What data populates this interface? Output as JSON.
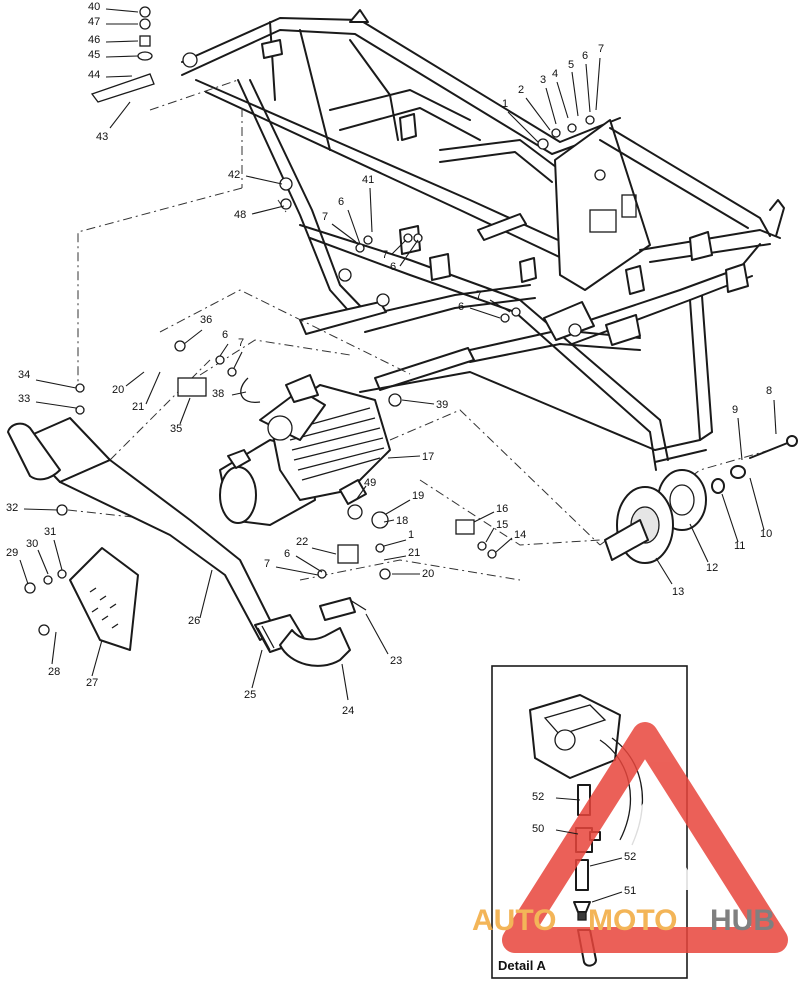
{
  "callouts": [
    {
      "label": "40"
    },
    {
      "label": "47"
    },
    {
      "label": "46"
    },
    {
      "label": "45"
    },
    {
      "label": "44"
    },
    {
      "label": "43"
    },
    {
      "label": "1"
    },
    {
      "label": "2"
    },
    {
      "label": "3"
    },
    {
      "label": "4"
    },
    {
      "label": "5"
    },
    {
      "label": "6"
    },
    {
      "label": "7"
    },
    {
      "label": "42"
    },
    {
      "label": "48"
    },
    {
      "label": "41"
    },
    {
      "label": "6"
    },
    {
      "label": "7"
    },
    {
      "label": "7"
    },
    {
      "label": "6"
    },
    {
      "label": "7"
    },
    {
      "label": "6"
    },
    {
      "label": "36"
    },
    {
      "label": "6"
    },
    {
      "label": "7"
    },
    {
      "label": "20"
    },
    {
      "label": "21"
    },
    {
      "label": "35"
    },
    {
      "label": "38"
    },
    {
      "label": "34"
    },
    {
      "label": "33"
    },
    {
      "label": "39"
    },
    {
      "label": "17"
    },
    {
      "label": "49"
    },
    {
      "label": "19"
    },
    {
      "label": "18"
    },
    {
      "label": "32"
    },
    {
      "label": "16"
    },
    {
      "label": "15"
    },
    {
      "label": "14"
    },
    {
      "label": "22"
    },
    {
      "label": "1"
    },
    {
      "label": "21"
    },
    {
      "label": "20"
    },
    {
      "label": "7"
    },
    {
      "label": "6"
    },
    {
      "label": "31"
    },
    {
      "label": "30"
    },
    {
      "label": "29"
    },
    {
      "label": "26"
    },
    {
      "label": "28"
    },
    {
      "label": "27"
    },
    {
      "label": "25"
    },
    {
      "label": "23"
    },
    {
      "label": "24"
    },
    {
      "label": "8"
    },
    {
      "label": "9"
    },
    {
      "label": "10"
    },
    {
      "label": "11"
    },
    {
      "label": "12"
    },
    {
      "label": "13"
    },
    {
      "label": "52"
    },
    {
      "label": "50"
    },
    {
      "label": "52"
    },
    {
      "label": "51"
    }
  ],
  "detail": {
    "title": "Detail A"
  },
  "watermark": {
    "auto": "AUTO",
    "moto": "MOTO",
    "hub": "HUB"
  },
  "colors": {
    "watermark_red": "#e8453c",
    "watermark_orange": "#f2a93b",
    "watermark_gray": "#6b6b6b"
  }
}
